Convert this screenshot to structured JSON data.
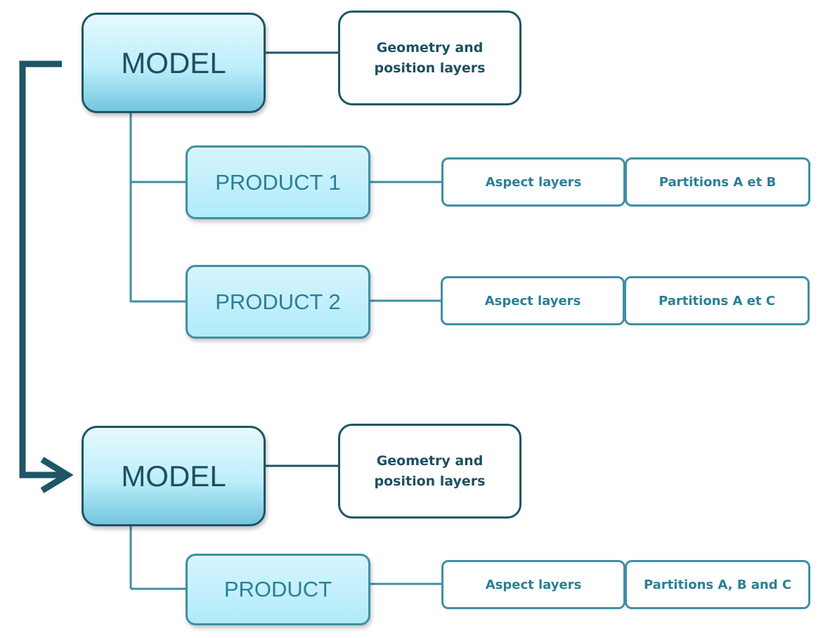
{
  "colors": {
    "dark": "#1f5566",
    "mid": "#3f8fa3",
    "text_dark": "#1d4f61",
    "text_mid": "#2a7f97"
  },
  "blocks": [
    {
      "model_label": "MODEL",
      "geometry": {
        "line1": "Geometry and",
        "line2": "position layers"
      },
      "products": [
        {
          "label": "PRODUCT 1",
          "aspect": "Aspect layers",
          "partitions": "Partitions A et B"
        },
        {
          "label": "PRODUCT 2",
          "aspect": "Aspect layers",
          "partitions": "Partitions A et C"
        }
      ]
    },
    {
      "model_label": "MODEL",
      "geometry": {
        "line1": "Geometry and",
        "line2": "position layers"
      },
      "products": [
        {
          "label": "PRODUCT",
          "aspect": "Aspect layers",
          "partitions": "Partitions A, B and C"
        }
      ]
    }
  ]
}
